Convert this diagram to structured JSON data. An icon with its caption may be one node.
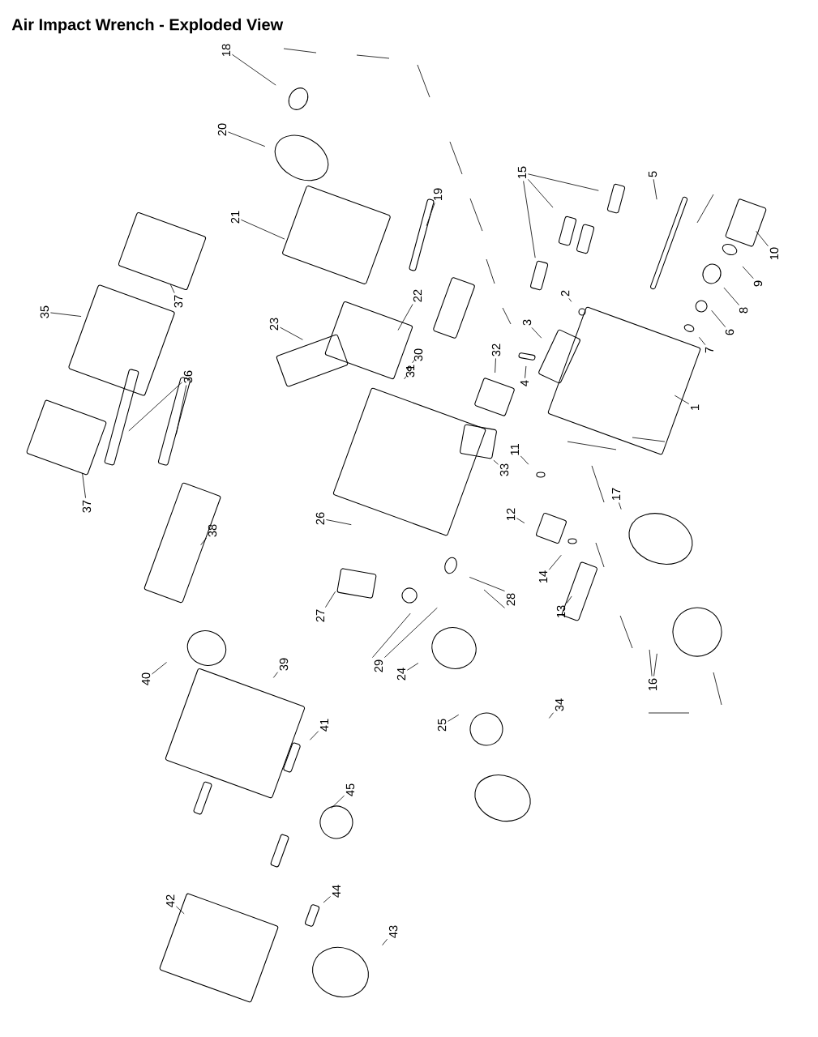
{
  "diagram": {
    "title": "Air Impact Wrench - Exploded View",
    "nodes": [
      {
        "text": [
          "18"
        ]
      },
      {
        "text": [
          "20"
        ]
      },
      {
        "text": [
          "15"
        ]
      },
      {
        "text": [
          "5"
        ]
      },
      {
        "text": [
          "19"
        ]
      },
      {
        "text": [
          "21"
        ]
      },
      {
        "text": [
          "10"
        ]
      },
      {
        "text": [
          "9"
        ]
      },
      {
        "text": [
          "2"
        ]
      },
      {
        "text": [
          "22"
        ]
      },
      {
        "text": [
          "37"
        ]
      },
      {
        "text": [
          "35"
        ]
      },
      {
        "text": [
          "8"
        ]
      },
      {
        "text": [
          "3"
        ]
      },
      {
        "text": [
          "23"
        ]
      },
      {
        "text": [
          "6"
        ]
      },
      {
        "text": [
          "7"
        ]
      },
      {
        "text": [
          "32"
        ]
      },
      {
        "text": [
          "30"
        ]
      },
      {
        "text": [
          "31"
        ]
      },
      {
        "text": [
          "36"
        ]
      },
      {
        "text": [
          "4"
        ]
      },
      {
        "text": [
          "1"
        ]
      },
      {
        "text": [
          "11"
        ]
      },
      {
        "text": [
          "33"
        ]
      },
      {
        "text": [
          "17"
        ]
      },
      {
        "text": [
          "37"
        ]
      },
      {
        "text": [
          "26"
        ]
      },
      {
        "text": [
          "12"
        ]
      },
      {
        "text": [
          "38"
        ]
      },
      {
        "text": [
          "14"
        ]
      },
      {
        "text": [
          "28"
        ]
      },
      {
        "text": [
          "13"
        ]
      },
      {
        "text": [
          "27"
        ]
      },
      {
        "text": [
          "39"
        ]
      },
      {
        "text": [
          "29"
        ]
      },
      {
        "text": [
          "24"
        ]
      },
      {
        "text": [
          "40"
        ]
      },
      {
        "text": [
          "16"
        ]
      },
      {
        "text": [
          "34"
        ]
      },
      {
        "text": [
          "41"
        ]
      },
      {
        "text": [
          "25"
        ]
      },
      {
        "text": [
          "45"
        ]
      },
      {
        "text": [
          "44"
        ]
      },
      {
        "text": [
          "42"
        ]
      },
      {
        "text": [
          "43"
        ]
      }
    ],
    "edges": [
      {
        "from": 0,
        "to": null,
        "arrow": "none"
      },
      {
        "from": 1,
        "to": null,
        "arrow": "none"
      },
      {
        "from": 2,
        "to": null,
        "arrow": "none"
      },
      {
        "from": 2,
        "to": null,
        "arrow": "none"
      },
      {
        "from": 2,
        "to": null,
        "arrow": "none"
      },
      {
        "from": 3,
        "to": null,
        "arrow": "none"
      },
      {
        "from": 4,
        "to": null,
        "arrow": "none"
      },
      {
        "from": 5,
        "to": null,
        "arrow": "none"
      },
      {
        "from": 6,
        "to": null,
        "arrow": "none"
      },
      {
        "from": 7,
        "to": null,
        "arrow": "none"
      },
      {
        "from": 8,
        "to": null,
        "arrow": "none"
      },
      {
        "from": 9,
        "to": null,
        "arrow": "none"
      },
      {
        "from": 10,
        "to": null,
        "arrow": "none"
      },
      {
        "from": 11,
        "to": null,
        "arrow": "none"
      },
      {
        "from": 12,
        "to": null,
        "arrow": "none"
      },
      {
        "from": 13,
        "to": null,
        "arrow": "none"
      },
      {
        "from": 14,
        "to": null,
        "arrow": "none"
      },
      {
        "from": 15,
        "to": null,
        "arrow": "none"
      },
      {
        "from": 16,
        "to": null,
        "arrow": "none"
      },
      {
        "from": 17,
        "to": null,
        "arrow": "none"
      },
      {
        "from": 18,
        "to": null,
        "arrow": "none"
      },
      {
        "from": 19,
        "to": null,
        "arrow": "none"
      },
      {
        "from": 20,
        "to": null,
        "arrow": "none"
      },
      {
        "from": 20,
        "to": null,
        "arrow": "none"
      },
      {
        "from": 21,
        "to": null,
        "arrow": "none"
      },
      {
        "from": 22,
        "to": null,
        "arrow": "none"
      },
      {
        "from": 23,
        "to": null,
        "arrow": "none"
      },
      {
        "from": 24,
        "to": null,
        "arrow": "none"
      },
      {
        "from": 25,
        "to": null,
        "arrow": "none"
      },
      {
        "from": 26,
        "to": null,
        "arrow": "none"
      },
      {
        "from": 27,
        "to": null,
        "arrow": "none"
      },
      {
        "from": 28,
        "to": null,
        "arrow": "none"
      },
      {
        "from": 29,
        "to": null,
        "arrow": "none"
      },
      {
        "from": 30,
        "to": null,
        "arrow": "none"
      },
      {
        "from": 31,
        "to": null,
        "arrow": "none"
      },
      {
        "from": 31,
        "to": null,
        "arrow": "none"
      },
      {
        "from": 32,
        "to": null,
        "arrow": "none"
      },
      {
        "from": 33,
        "to": null,
        "arrow": "none"
      },
      {
        "from": 34,
        "to": null,
        "arrow": "none"
      },
      {
        "from": 35,
        "to": null,
        "arrow": "none"
      },
      {
        "from": 35,
        "to": null,
        "arrow": "none"
      },
      {
        "from": 36,
        "to": null,
        "arrow": "none"
      },
      {
        "from": 37,
        "to": null,
        "arrow": "none"
      },
      {
        "from": 38,
        "to": null,
        "arrow": "none"
      },
      {
        "from": 38,
        "to": null,
        "arrow": "none"
      },
      {
        "from": 39,
        "to": null,
        "arrow": "none"
      },
      {
        "from": 40,
        "to": null,
        "arrow": "none"
      },
      {
        "from": 41,
        "to": null,
        "arrow": "none"
      },
      {
        "from": 42,
        "to": null,
        "arrow": "none"
      },
      {
        "from": 43,
        "to": null,
        "arrow": "none"
      },
      {
        "from": 44,
        "to": null,
        "arrow": "none"
      },
      {
        "from": 45,
        "to": null,
        "arrow": "none"
      }
    ]
  }
}
